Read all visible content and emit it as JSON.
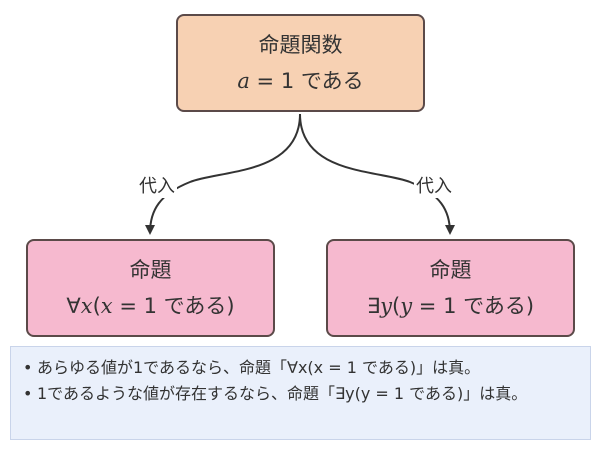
{
  "nodes": {
    "top": {
      "line1": "命題関数",
      "line2_var": "a",
      "line2_rest": " = 1 である"
    },
    "left": {
      "line1": "命題",
      "line2_prefix": "∀",
      "line2_var": "x",
      "line2_mid": "(",
      "line2_var2": "x",
      "line2_rest": " = 1 である)"
    },
    "right": {
      "line1": "命題",
      "line2_prefix": "∃",
      "line2_var": "y",
      "line2_mid": "(",
      "line2_var2": "y",
      "line2_rest": " = 1 である)"
    }
  },
  "edges": {
    "left_label": "代入",
    "right_label": "代入"
  },
  "notes": [
    "あらゆる値が1であるなら、命題「∀x(x = 1 である)」は真。",
    "1であるような値が存在するなら、命題「∃y(y = 1 である)」は真。"
  ],
  "colors": {
    "top_fill": "#f7d1b3",
    "child_fill": "#f6b9cf",
    "border": "#5b4a49",
    "note_bg": "#eaf0fb"
  }
}
